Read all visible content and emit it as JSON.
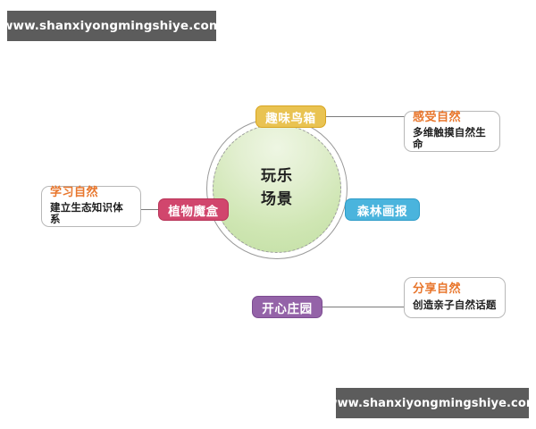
{
  "watermarks": {
    "top": "www.shanxiyongmingshiye.com",
    "bottom": "www.shanxiyongmingshiye.com"
  },
  "diagram": {
    "center": {
      "line1": "玩乐",
      "line2": "场景"
    },
    "nodes": {
      "top": {
        "label": "趣味鸟箱",
        "color": "#e9c352"
      },
      "left": {
        "label": "植物魔盒",
        "color": "#d1466d"
      },
      "right": {
        "label": "森林画报",
        "color": "#4ab4dd"
      },
      "bottom": {
        "label": "开心庄园",
        "color": "#9463a8"
      }
    },
    "callouts": {
      "top_right": {
        "title": "感受自然",
        "desc": "多维触摸自然生命"
      },
      "left": {
        "title": "学习自然",
        "desc": "建立生态知识体系"
      },
      "bottom_right": {
        "title": "分享自然",
        "desc": "创造亲子自然话题"
      }
    },
    "accent_title_color": "#e8762c"
  }
}
